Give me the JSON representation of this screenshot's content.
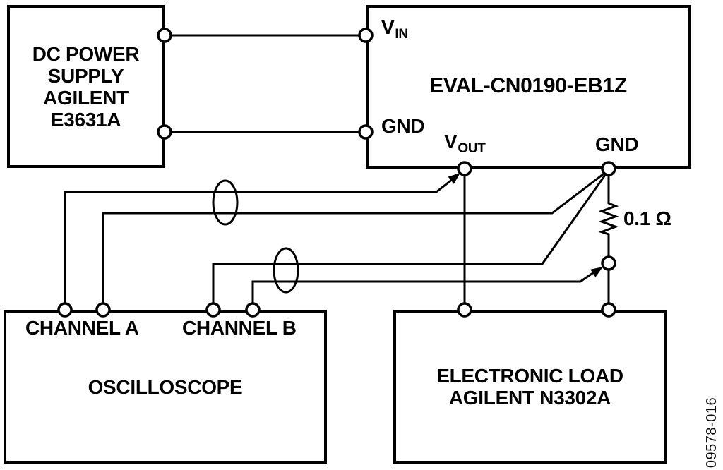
{
  "figure": {
    "id_label": "09578-016"
  },
  "boxes": {
    "dc_supply": {
      "lines": [
        "DC POWER",
        "SUPPLY",
        "AGILENT",
        "E3631A"
      ]
    },
    "eval_board": {
      "label": "EVAL-CN0190-EB1Z"
    },
    "oscilloscope": {
      "label": "OSCILLOSCOPE",
      "channel_a": "CHANNEL A",
      "channel_b": "CHANNEL B"
    },
    "electronic_load": {
      "lines": [
        "ELECTRONIC LOAD",
        "AGILENT N3302A"
      ]
    }
  },
  "terminals": {
    "vin": {
      "base": "V",
      "sub": "IN"
    },
    "gnd_in": "GND",
    "vout": {
      "base": "V",
      "sub": "OUT"
    },
    "gnd_out": "GND"
  },
  "components": {
    "sense_resistor": {
      "value": "0.1 Ω"
    }
  },
  "colors": {
    "line": "#000000",
    "background": "#ffffff"
  }
}
